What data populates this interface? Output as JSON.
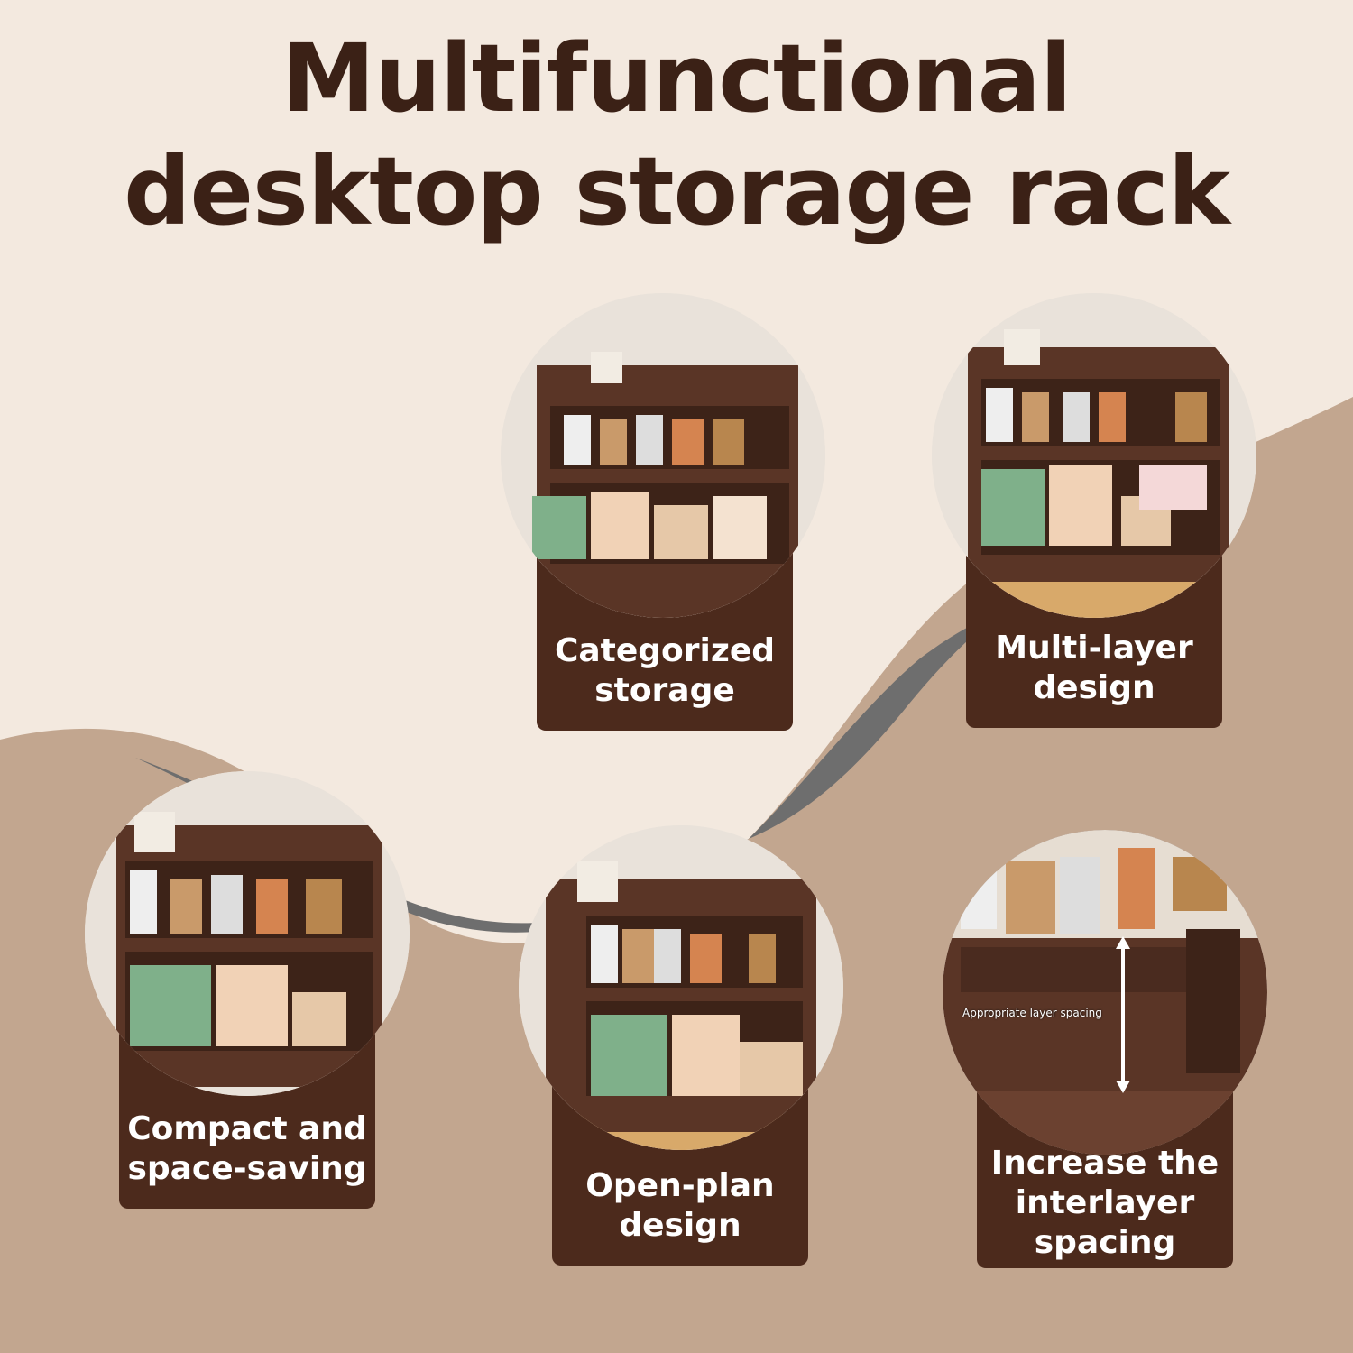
{
  "title": {
    "line1": "Multifunctional",
    "line2": "desktop storage rack"
  },
  "colors": {
    "background_light": "#f3e9df",
    "background_tan": "#c2a68f",
    "curve_gray": "#6e6e6e",
    "title_brown": "#3b2116",
    "card_brown": "#4c2a1c",
    "wood": "#5a3526"
  },
  "features": [
    {
      "id": "categorized",
      "label": "Categorized\nstorage"
    },
    {
      "id": "multilayer",
      "label": "Multi-layer\ndesign"
    },
    {
      "id": "compact",
      "label": "Compact and\nspace-saving"
    },
    {
      "id": "openplan",
      "label": "Open-plan\ndesign"
    },
    {
      "id": "spacing",
      "label": "Increase the\ninterlayer\nspacing"
    }
  ],
  "annotation": "Appropriate layer spacing"
}
